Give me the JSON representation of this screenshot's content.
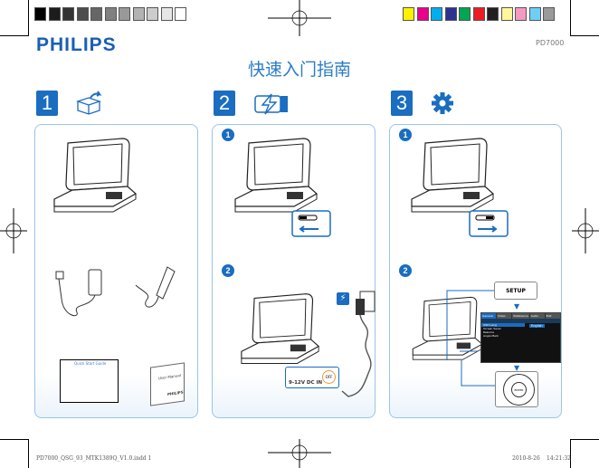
{
  "header": {
    "brand": "PHILIPS",
    "model": "PD7000",
    "title": "快速入门指南"
  },
  "steps": [
    {
      "number": "1",
      "icon": "unpack-box-icon"
    },
    {
      "number": "2",
      "icon": "battery-charge-icon"
    },
    {
      "number": "3",
      "icon": "gear-icon"
    }
  ],
  "panel1": {
    "quick_start": "Quick Start Guide",
    "user_manual": "User Manual",
    "manual_brand": "PHILIPS"
  },
  "panel2": {
    "sub1": "1",
    "sub2": "2",
    "dc_label": "9-12V DC IN",
    "off_label": "OFF"
  },
  "panel3": {
    "sub1": "1",
    "sub2": "2",
    "setup_label": "SETUP",
    "enter_label": "ENTER",
    "menu_tabs": [
      "General",
      "Video",
      "Preference",
      "Audio",
      "Exit"
    ],
    "menu_rows": [
      "OSD Lang",
      "Screen Saver",
      "Resume",
      "Angle Mark"
    ],
    "menu_value": "English"
  },
  "registration_colors": [
    "#000000",
    "#1c1c1c",
    "#333333",
    "#4d4d4d",
    "#666666",
    "#808080",
    "#999999",
    "#b3b3b3",
    "#cccccc",
    "#e6e6e6",
    "#ffffff"
  ],
  "process_colors": [
    "#fff200",
    "#ec008c",
    "#00aeef",
    "#2e3192",
    "#00a651",
    "#ed1c24",
    "#231f20",
    "#fff799",
    "#f49ac1",
    "#6dcff6",
    "#9a9a9a"
  ],
  "footer": {
    "file": "PD7000_QSG_93_MTK1389Q_V1.0.indd   1",
    "date": "2010-8-26",
    "time": "14:21:32"
  }
}
